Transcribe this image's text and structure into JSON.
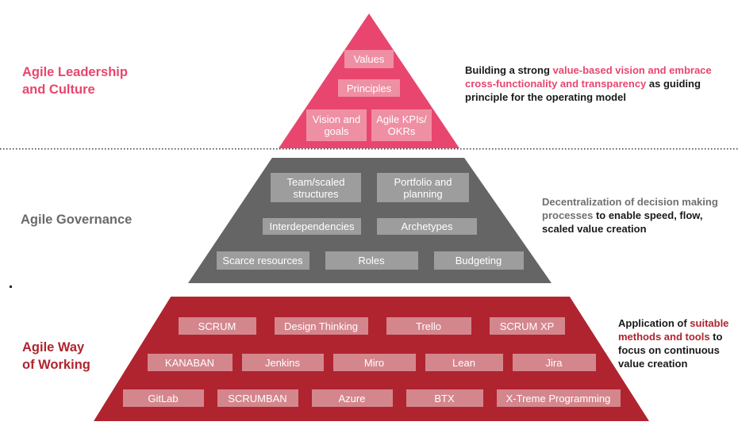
{
  "palette": {
    "pink": "#E8466E",
    "pink_box": "#EF8FA3",
    "gray": "#656565",
    "gray_box": "#9D9D9D",
    "red": "#B0242F",
    "red_box": "#D4868D",
    "text": "#1A1A1A"
  },
  "sections": {
    "leadership": {
      "label": "Agile Leadership\nand Culture",
      "annotation": {
        "pre": "Building a strong ",
        "highlight": "value-based vision and embrace cross-functionality and transparency",
        "post": " as guiding principle for the operating model"
      },
      "boxes": {
        "row1": [
          "Values"
        ],
        "row2": [
          "Principles"
        ],
        "row3": [
          "Vision and goals",
          "Agile KPIs/ OKRs"
        ]
      }
    },
    "governance": {
      "label": "Agile Governance",
      "annotation": {
        "pre": "",
        "highlight": "Decentralization of decision making processes",
        "post": " to enable speed, flow, scaled value creation"
      },
      "boxes": {
        "row1": [
          "Team/scaled structures",
          "Portfolio and planning"
        ],
        "row2": [
          "Interdependencies",
          "Archetypes"
        ],
        "row3": [
          "Scarce resources",
          "Roles",
          "Budgeting"
        ]
      }
    },
    "way_of_working": {
      "label": "Agile Way\nof Working",
      "annotation": {
        "pre": "Application of ",
        "highlight": "suitable methods and tools",
        "post": " to focus on continuous value creation"
      },
      "boxes": {
        "row1": [
          "SCRUM",
          "Design Thinking",
          "Trello",
          "SCRUM XP"
        ],
        "row2": [
          "KANABAN",
          "Jenkins",
          "Miro",
          "Lean",
          "Jira"
        ],
        "row3": [
          "GitLab",
          "SCRUMBAN",
          "Azure",
          "BTX",
          "X-Treme Programming"
        ]
      }
    }
  }
}
